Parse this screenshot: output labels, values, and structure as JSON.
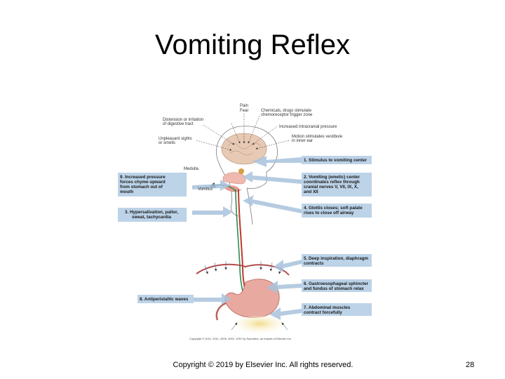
{
  "slide": {
    "title": "Vomiting Reflex",
    "footer": "Copyright © 2019 by Elsevier Inc. All rights reserved.",
    "page_number": "28"
  },
  "figure": {
    "stimuli": [
      "Pain",
      "Fear",
      "Chemicals, drugs stimulate",
      "chemoreceptor trigger zone",
      "Increased intracranial pressure",
      "Motion stimulates vestibule",
      "in inner ear",
      "Distension or irritation",
      "of digestive tract",
      "Unpleasant sights",
      "or smells"
    ],
    "anatomy": {
      "medulla": "Medulla",
      "vomitus": "Vomitus"
    },
    "steps": [
      {
        "lines": [
          "1. Stimulus to vomiting center"
        ]
      },
      {
        "lines": [
          "2. Vomiting (emetic) center",
          "coordinates reflex through",
          "cranial nerves V, VII, IX, X,",
          "and XII"
        ]
      },
      {
        "lines": [
          "3. Hypersalivation, pallor,",
          "sweat, tachycardia"
        ]
      },
      {
        "lines": [
          "4. Glottis closes; soft palate",
          "rises to close off airway"
        ]
      },
      {
        "lines": [
          "5. Deep inspiration, diaphragm",
          "contracts"
        ]
      },
      {
        "lines": [
          "6. Gastroesophageal sphincter",
          "and fundus of stomach relax"
        ]
      },
      {
        "lines": [
          "7. Abdominal muscles",
          "contract forcefully"
        ]
      },
      {
        "lines": [
          "8. Antiperistaltic waves"
        ]
      },
      {
        "lines": [
          "9. Increased pressure",
          "forces chyme upward",
          "from stomach out of",
          "mouth"
        ]
      }
    ],
    "copyright": "Copyright © 2011, 2011, 2006, 2002, 1997 by Saunders, an imprint of Elsevier Inc.",
    "colors": {
      "box_fill": "#bcd3e8",
      "arrow": "#a9c3dc",
      "brain": "#e7c9b4",
      "esophagus_red": "#c0392b",
      "esophagus_green": "#2e8b57",
      "vomit_pool": "#e8cf7a"
    }
  }
}
